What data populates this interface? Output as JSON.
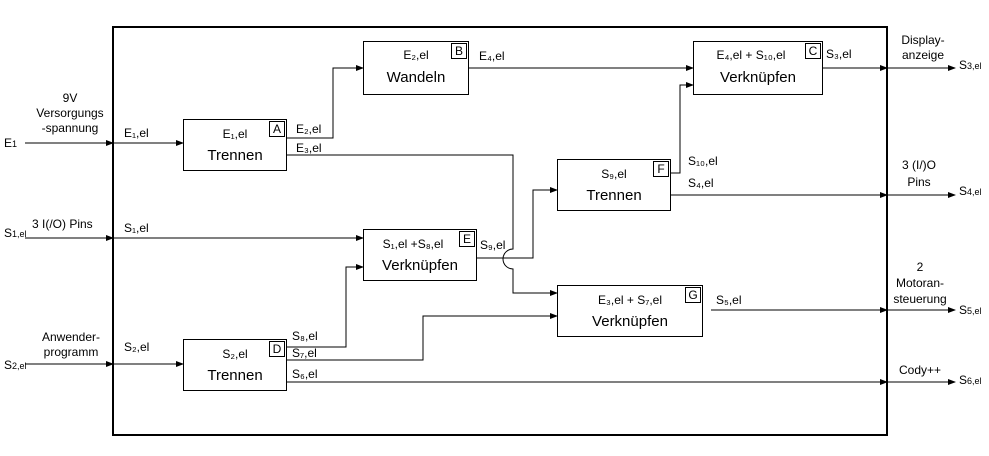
{
  "external_inputs": {
    "e1": "E",
    "e1_sub": "1",
    "e1_desc_1": "9V",
    "e1_desc_2": "Versorgungs",
    "e1_desc_3": "-spannung",
    "s1": "S",
    "s1_sub": "1,el",
    "s1_desc": "3 I(/O) Pins",
    "s2": "S",
    "s2_sub": "2,el",
    "s2_desc_1": "Anwender-",
    "s2_desc_2": "programm"
  },
  "external_outputs": {
    "s3": "S",
    "s3_sub": "3,el",
    "s3_desc_1": "Display-",
    "s3_desc_2": "anzeige",
    "s4": "S",
    "s4_sub": "4,el",
    "s4_desc_1": "3 (I/)O",
    "s4_desc_2": "Pins",
    "s5": "S",
    "s5_sub": "5,el",
    "s5_desc_1": "2",
    "s5_desc_2": "Motoran-",
    "s5_desc_3": "steuerung",
    "s6": "S",
    "s6_sub": "6,el",
    "s6_desc": "Cody++"
  },
  "blocks": {
    "A": {
      "letter": "A",
      "label": "E₁,el",
      "name": "Trennen"
    },
    "B": {
      "letter": "B",
      "label": "E₂,el",
      "name": "Wandeln"
    },
    "C": {
      "letter": "C",
      "label": "E₄,el + S₁₀,el",
      "name": "Verknüpfen"
    },
    "D": {
      "letter": "D",
      "label": "S₂,el",
      "name": "Trennen"
    },
    "E": {
      "letter": "E",
      "label": "S₁,el +S₈,el",
      "name": "Verknüpfen"
    },
    "F": {
      "letter": "F",
      "label": "S₉,el",
      "name": "Trennen"
    },
    "G": {
      "letter": "G",
      "label": "E₃,el + S₇,el",
      "name": "Verknüpfen"
    }
  },
  "signals": {
    "e1el": "E₁,el",
    "e2el": "E₂,el",
    "e3el": "E₃,el",
    "e4el": "E₄,el",
    "s1el": "S₁,el",
    "s2el": "S₂,el",
    "s3el": "S₃,el",
    "s4el": "S₄,el",
    "s5el": "S₅,el",
    "s6el": "S₆,el",
    "s7el": "S₇,el",
    "s8el": "S₈,el",
    "s9el": "S₉,el",
    "s10el": "S₁₀,el"
  }
}
